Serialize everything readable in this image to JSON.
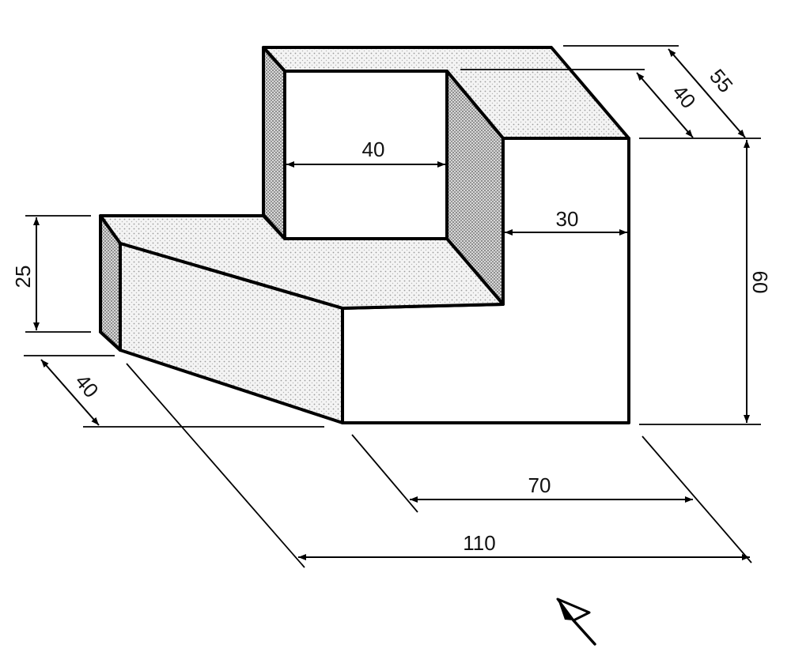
{
  "dimensions": {
    "d55": "55",
    "d40_top": "40",
    "d40_opening": "40",
    "d30": "30",
    "d60": "60",
    "d25": "25",
    "d40_left": "40",
    "d70": "70",
    "d110": "110"
  },
  "icons": {
    "arrow": "view-direction-arrow-icon"
  }
}
